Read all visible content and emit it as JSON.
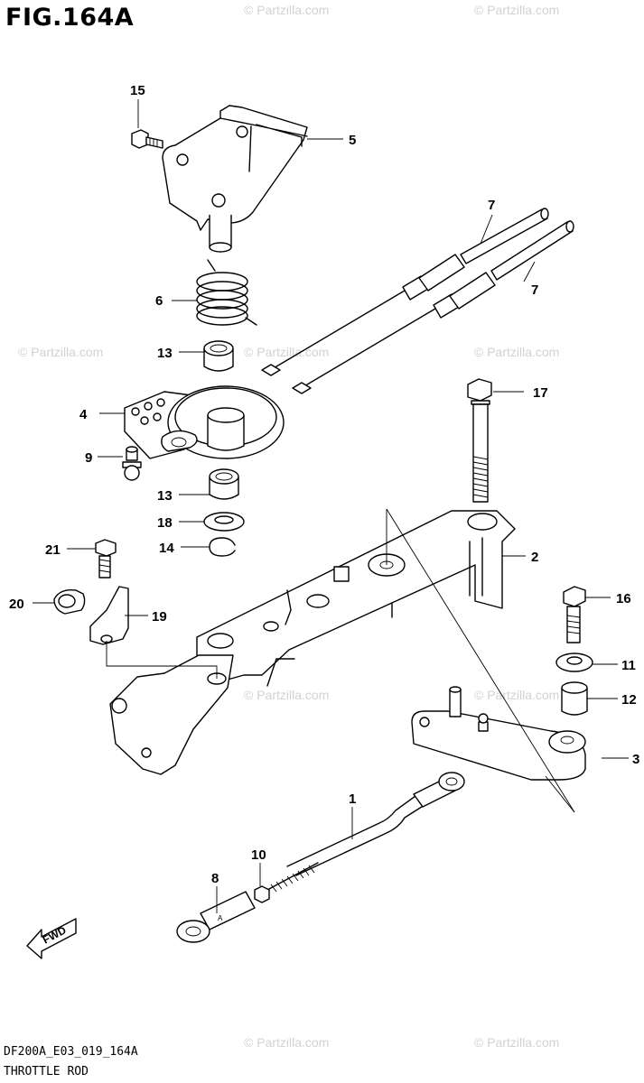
{
  "figure": {
    "title": "FIG.164A"
  },
  "footer": {
    "code": "DF200A_E03_019_164A",
    "title": "THROTTLE ROD"
  },
  "watermark": {
    "text": "© Partzilla.com"
  },
  "direction_badge": {
    "text": "FWD"
  },
  "callouts": {
    "c15": "15",
    "c5": "5",
    "c7a": "7",
    "c7b": "7",
    "c6": "6",
    "c13a": "13",
    "c4": "4",
    "c9": "9",
    "c13b": "13",
    "c18": "18",
    "c14": "14",
    "c17": "17",
    "c2": "2",
    "c21": "21",
    "c20": "20",
    "c19": "19",
    "c16": "16",
    "c11": "11",
    "c12": "12",
    "c3": "3",
    "c1": "1",
    "c10": "10",
    "c8": "8"
  }
}
